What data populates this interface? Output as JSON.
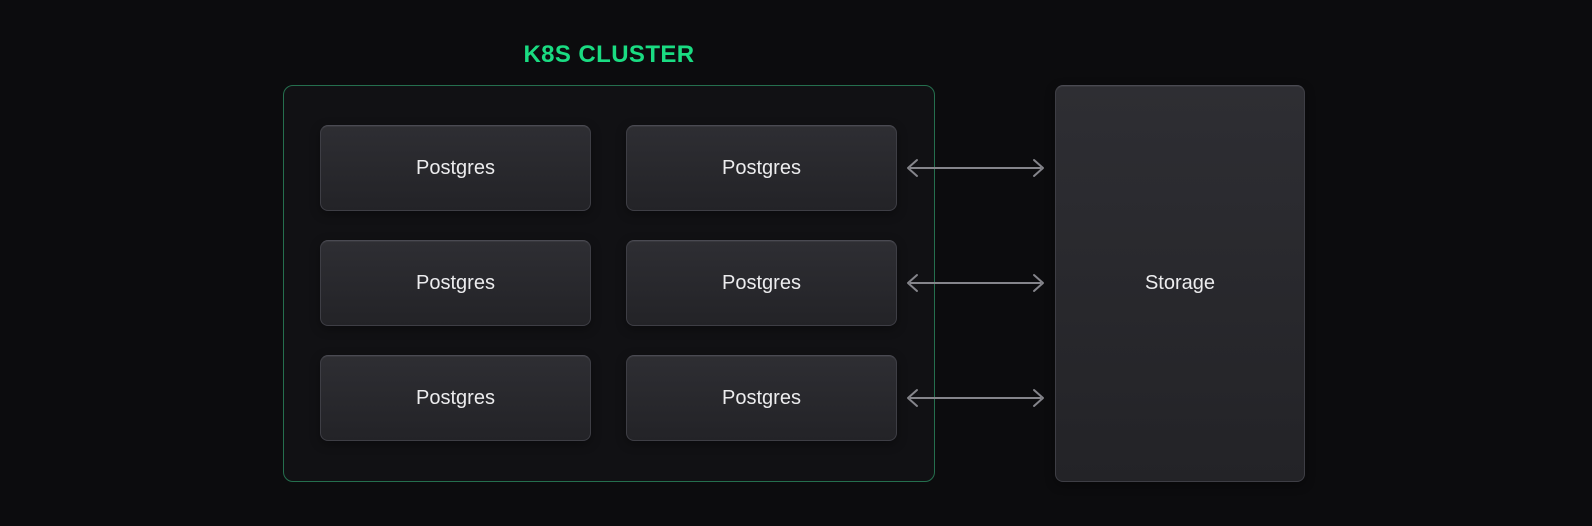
{
  "title": {
    "label": "K8S CLUSTER"
  },
  "cluster": {
    "name": "k8s-cluster",
    "nodes": [
      {
        "label": "Postgres"
      },
      {
        "label": "Postgres"
      },
      {
        "label": "Postgres"
      },
      {
        "label": "Postgres"
      },
      {
        "label": "Postgres"
      },
      {
        "label": "Postgres"
      }
    ]
  },
  "storage": {
    "label": "Storage"
  },
  "connections": [
    {
      "from": "Postgres (row 1, col 2)",
      "to": "Storage",
      "type": "bidirectional"
    },
    {
      "from": "Postgres (row 2, col 2)",
      "to": "Storage",
      "type": "bidirectional"
    },
    {
      "from": "Postgres (row 3, col 2)",
      "to": "Storage",
      "type": "bidirectional"
    }
  ],
  "colors": {
    "background": "#0c0c0e",
    "accent-green": "#1adc82",
    "cluster-border": "#256f4e",
    "cluster-bg": "#111114",
    "node-bg-top": "#2e2e33",
    "node-bg-bottom": "#232327",
    "node-border": "#3e3e45",
    "node-border-top": "#4a4a52",
    "node-text": "#ececee",
    "arrow": "#85858b"
  }
}
